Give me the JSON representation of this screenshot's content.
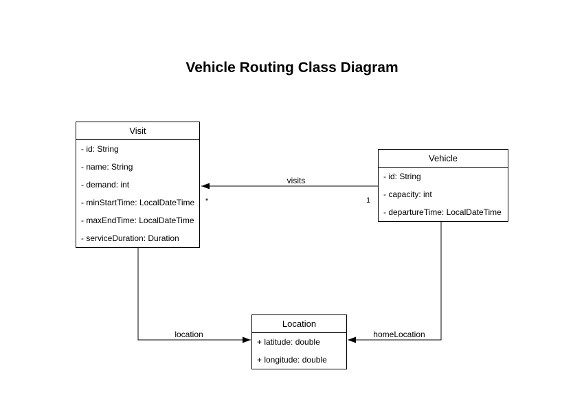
{
  "title": "Vehicle Routing Class Diagram",
  "colors": {
    "background": "#ffffff",
    "shape_fill": "#ffffff",
    "stroke": "#000000",
    "text": "#000000"
  },
  "classes": [
    {
      "name": "Visit",
      "attributes": [
        "- id: String",
        "- name: String",
        "- demand: int",
        "- minStartTime: LocalDateTime",
        "- maxEndTime: LocalDateTime",
        "- serviceDuration: Duration"
      ]
    },
    {
      "name": "Vehicle",
      "attributes": [
        "- id: String",
        "- capacity: int",
        "- departureTime: LocalDateTime"
      ]
    },
    {
      "name": "Location",
      "attributes": [
        "+ latitude: double",
        "+ longitude: double"
      ]
    }
  ],
  "associations": [
    {
      "label": "visits",
      "from": "Vehicle",
      "to": "Visit",
      "source_multiplicity": "1",
      "target_multiplicity": "*"
    },
    {
      "label": "location",
      "from": "Visit",
      "to": "Location"
    },
    {
      "label": "homeLocation",
      "from": "Vehicle",
      "to": "Location"
    }
  ]
}
